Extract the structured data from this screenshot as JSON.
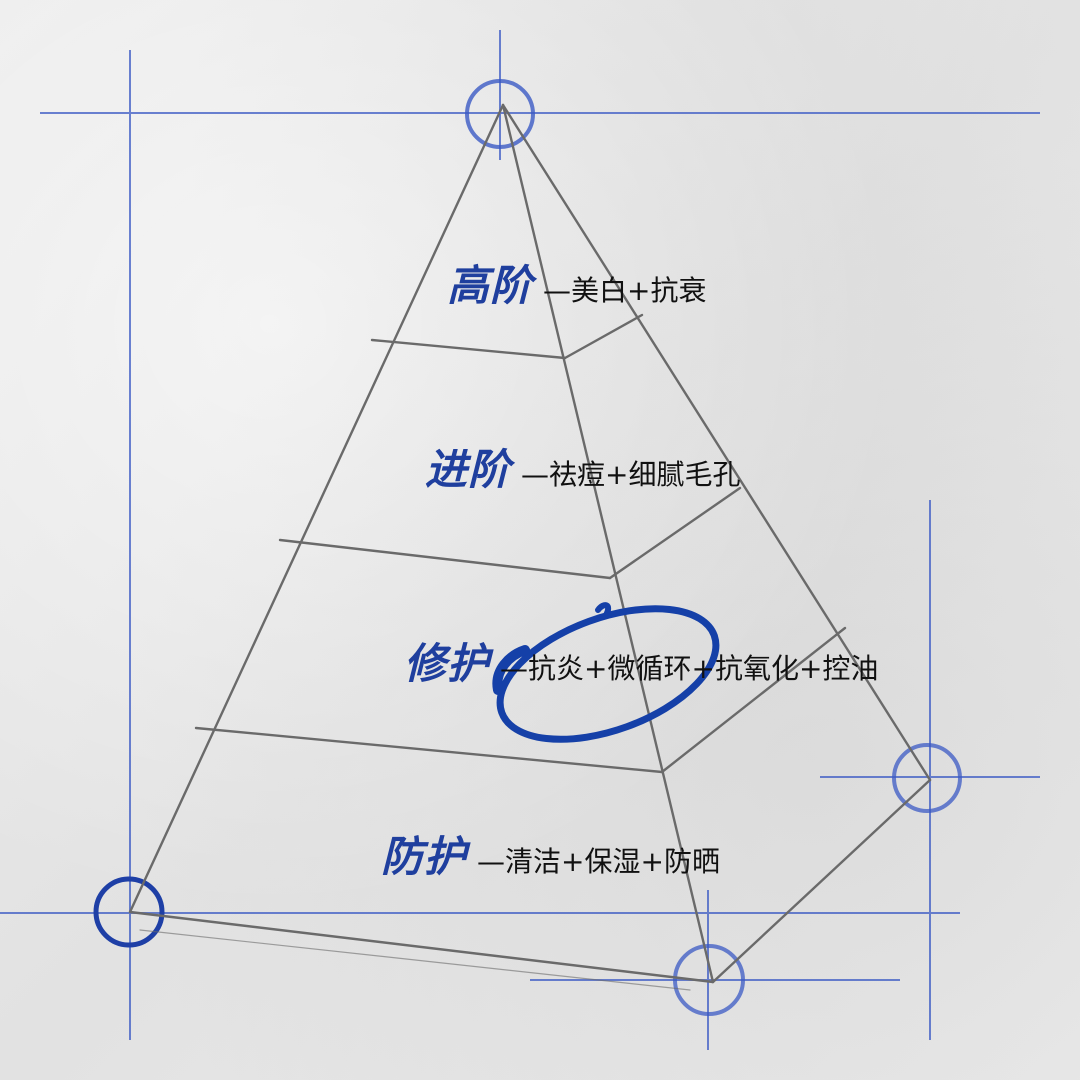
{
  "colors": {
    "accent_blue": "#1f3f9e",
    "guide_blue": "#3b5ac4",
    "pencil": "#6a6a6a",
    "text": "#111111"
  },
  "tiers": [
    {
      "name": "高阶",
      "desc": "—美白+抗衰"
    },
    {
      "name": "进阶",
      "desc": "—祛痘+细腻毛孔"
    },
    {
      "name": "修护",
      "desc": "—抗炎+微循环+抗氧化+控油"
    },
    {
      "name": "防护",
      "desc": "—清洁+保湿+防晒"
    }
  ]
}
